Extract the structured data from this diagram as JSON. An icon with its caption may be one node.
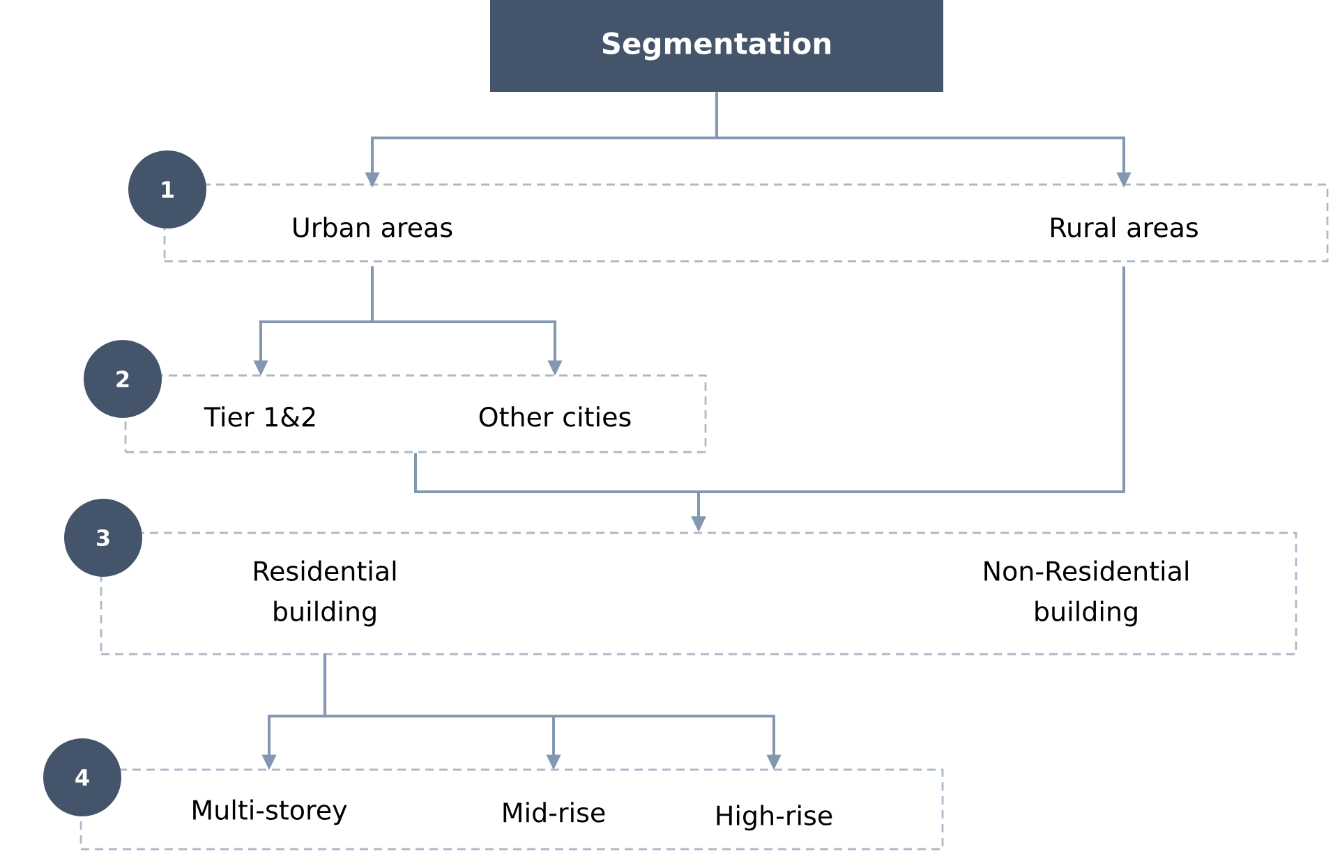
{
  "diagram": {
    "nodes": [
      {
        "text": [
          "Segmentation"
        ]
      },
      {
        "text": [
          "1"
        ]
      },
      {
        "text": [],
        "shape": "box"
      },
      {
        "text": [
          "Urban areas"
        ],
        "in": 2
      },
      {
        "text": [
          "Rural areas"
        ],
        "in": 2
      },
      {
        "text": [
          "2"
        ]
      },
      {
        "text": [],
        "shape": "box"
      },
      {
        "text": [
          "Tier 1&2"
        ],
        "in": 6
      },
      {
        "text": [
          "Other cities"
        ],
        "in": 6
      },
      {
        "text": [
          "3"
        ]
      },
      {
        "text": [],
        "shape": "box"
      },
      {
        "text": [
          "Residential building"
        ],
        "in": 10
      },
      {
        "text": [
          "Non-Residential building"
        ],
        "in": 10
      },
      {
        "text": [
          "4"
        ]
      },
      {
        "text": [],
        "shape": "box"
      },
      {
        "text": [
          "Multi-storey"
        ],
        "in": 14
      },
      {
        "text": [
          "Mid-rise"
        ],
        "in": 14
      },
      {
        "text": [
          "High-rise"
        ],
        "in": 14
      }
    ],
    "edges": [
      {
        "from": 0,
        "to": 3,
        "arrow": "to"
      },
      {
        "from": 0,
        "to": 4,
        "arrow": "to"
      },
      {
        "from": 3,
        "to": 7,
        "arrow": "to"
      },
      {
        "from": 3,
        "to": 8,
        "arrow": "to"
      },
      {
        "from": 6,
        "to": 10,
        "arrow": "to"
      },
      {
        "from": 4,
        "to": 10,
        "arrow": "to"
      },
      {
        "from": 11,
        "to": 15,
        "arrow": "to"
      },
      {
        "from": 11,
        "to": 16,
        "arrow": "to"
      },
      {
        "from": 11,
        "to": 17,
        "arrow": "to"
      }
    ]
  }
}
